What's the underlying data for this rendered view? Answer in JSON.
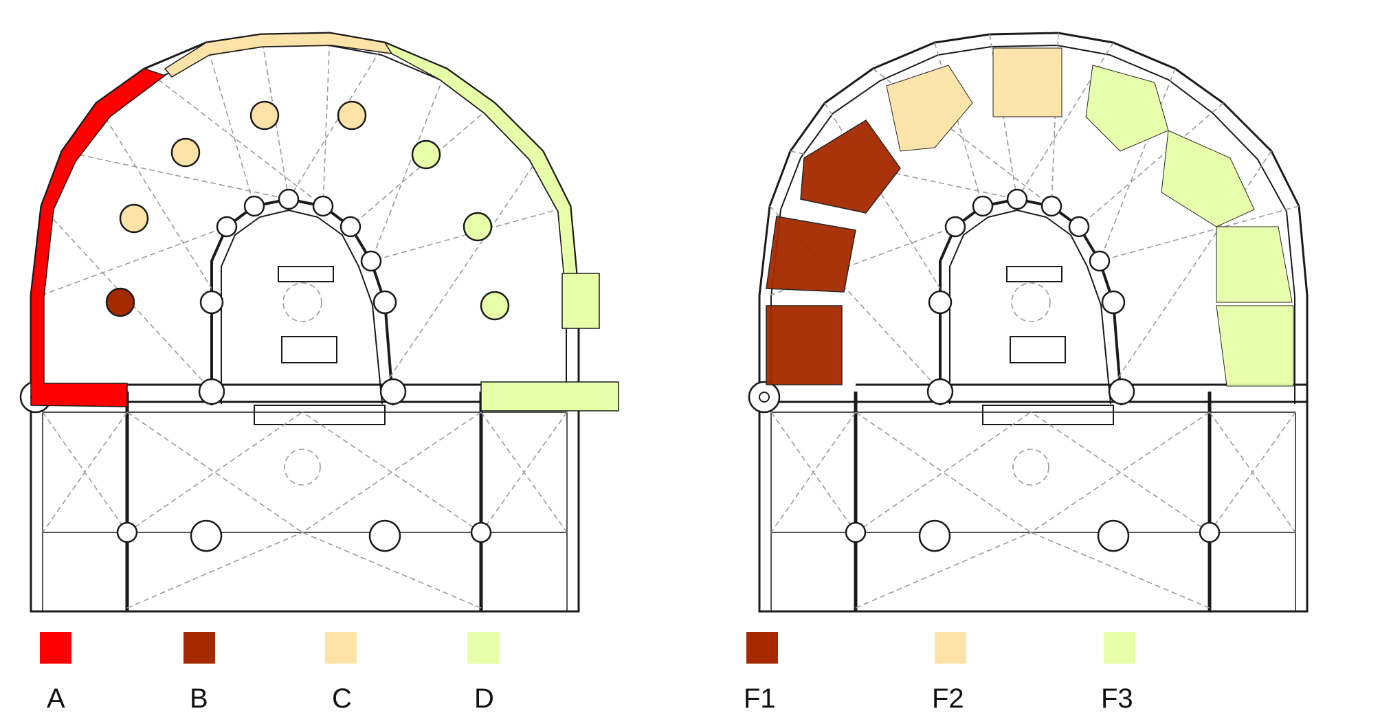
{
  "colors": {
    "A": "#ff0000",
    "B": "#a52a00",
    "C": "#fde3a7",
    "D": "#e6ffa8",
    "wall": "#ffffff",
    "stroke": "#1a1a1a",
    "dash": "#9a9a9a"
  },
  "legend_left": [
    {
      "key": "A",
      "label": "A"
    },
    {
      "key": "B",
      "label": "B"
    },
    {
      "key": "C",
      "label": "C"
    },
    {
      "key": "D",
      "label": "D"
    }
  ],
  "legend_right": [
    {
      "key": "B",
      "label": "F1"
    },
    {
      "key": "C",
      "label": "F2"
    },
    {
      "key": "D",
      "label": "F3"
    }
  ]
}
